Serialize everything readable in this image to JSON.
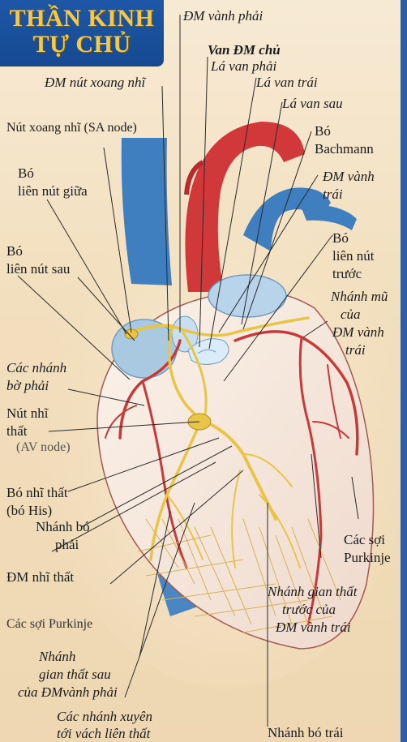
{
  "title": {
    "line1": "THẦN KINH",
    "line2": "TỰ CHỦ"
  },
  "labels": {
    "dm_vanh_phai": "ĐM vành phải",
    "van_dm_chu": "Van ĐM chủ",
    "la_van_phai": "Lá van phải",
    "dm_nut_xoang_nhi": "ĐM nút xoang nhĩ",
    "la_van_trai": "Lá van trái",
    "la_van_sau": "Lá van sau",
    "nut_xoang_nhi": "Nút xoang nhĩ (SA node)",
    "bo_bachmann_1": "Bó",
    "bo_bachmann_2": "Bachmann",
    "bo_lien_nut_giua_1": "Bó",
    "bo_lien_nut_giua_2": "liên nút giữa",
    "dm_vanh_trai_1": "ĐM vành",
    "dm_vanh_trai_2": "trái",
    "bo_lien_nut_sau_1": "Bó",
    "bo_lien_nut_sau_2": "liên nút sau",
    "bo_lien_nut_truoc_1": "Bó",
    "bo_lien_nut_truoc_2": "liên nút",
    "bo_lien_nut_truoc_3": "trước",
    "nhanh_mu_1": "Nhánh mũ",
    "nhanh_mu_2": "của",
    "nhanh_mu_3": "ĐM vành",
    "nhanh_mu_4": "trái",
    "cac_nhanh_bo_phai_1": "Các nhánh",
    "cac_nhanh_bo_phai_2": "bờ phải",
    "nut_nhi_that_1": "Nút nhĩ",
    "nut_nhi_that_2": "thất",
    "nut_nhi_that_3": "(AV node)",
    "bo_nhi_that_1": "Bó nhĩ thất",
    "bo_nhi_that_2": "(bó His)",
    "nhanh_bo_phai_1": "Nhánh bó",
    "nhanh_bo_phai_2": "phải",
    "dm_nhi_that": "ĐM nhĩ thất",
    "cac_soi_purkinje_phai_1": "Các sợi",
    "cac_soi_purkinje_phai_2": "Purkinje",
    "cac_soi_purkinje_trai": "Các sợi Purkinje",
    "nhanh_gian_that_truoc_1": "Nhánh gian thất",
    "nhanh_gian_that_truoc_2": "trước của",
    "nhanh_gian_that_truoc_3": "ĐM vành trái",
    "nhanh_gian_that_sau_1": "Nhánh",
    "nhanh_gian_that_sau_2": "gian thất sau",
    "nhanh_gian_that_sau_3": "của ĐMvành phải",
    "cac_nhanh_xuyen_1": "Các nhánh xuyên",
    "cac_nhanh_xuyen_2": "tới vách liên thất",
    "nhanh_bo_trai": "Nhánh bó trái"
  },
  "colors": {
    "background": "#f2dfbe",
    "title_bg": "#1e57a6",
    "title_text": "#f2c94c",
    "vein_blue": "#3f7fbf",
    "artery_red": "#d0383a",
    "conduction_yellow": "#e8c547",
    "leader_line": "#2a2a2a"
  }
}
